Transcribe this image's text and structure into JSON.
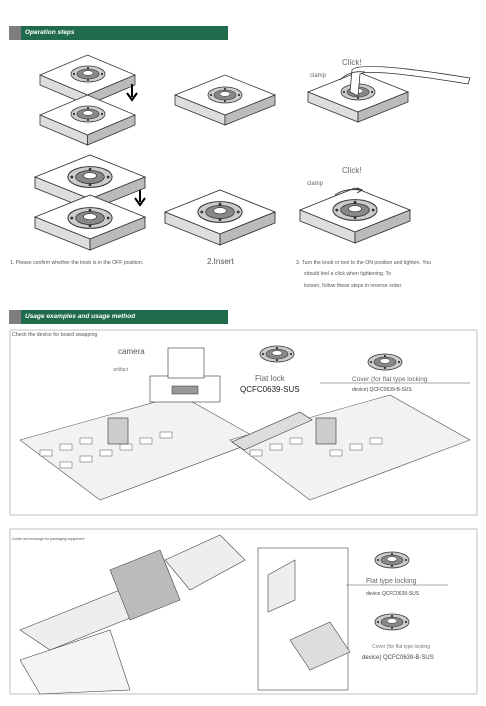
{
  "section1": {
    "title": "Operation steps"
  },
  "step1": {
    "caption": "1. Please confirm whether the knob is in the OFF position."
  },
  "step2": {
    "caption": "2.Insert"
  },
  "step3": {
    "caption_lines": [
      "3. Turn the knob or tool to the ON position and tighten. You",
      "should feel a click when tightening. To",
      "loosen, follow these steps in reverse order."
    ],
    "click_label": "Click!",
    "clamp_label": "clamp"
  },
  "section2": {
    "title": "Usage examples and usage method"
  },
  "example1": {
    "subtitle": "Check the device for board swapping",
    "camera_label": "camera",
    "artifact_label": "artifact",
    "flat_lock_label": "Flat lock",
    "flat_lock_model": "QCFC0639-SUS",
    "cover_line1": "Cover (for flat type locking",
    "cover_line2": "device) QCFC0639-B-SUS"
  },
  "example2": {
    "subtitle": "Guide rail exchange for packaging equipment",
    "flat_lock_label": "Flat type locking",
    "flat_lock_model": "device QCFC0639-SUS",
    "cover_line1": "Cover (for flat type locking",
    "cover_line2": "device) QCFC0639-B-SUS"
  },
  "colors": {
    "header_green": "#1f6b4c",
    "header_gray": "#7d7d7d",
    "accent": "#1f6b4c"
  }
}
